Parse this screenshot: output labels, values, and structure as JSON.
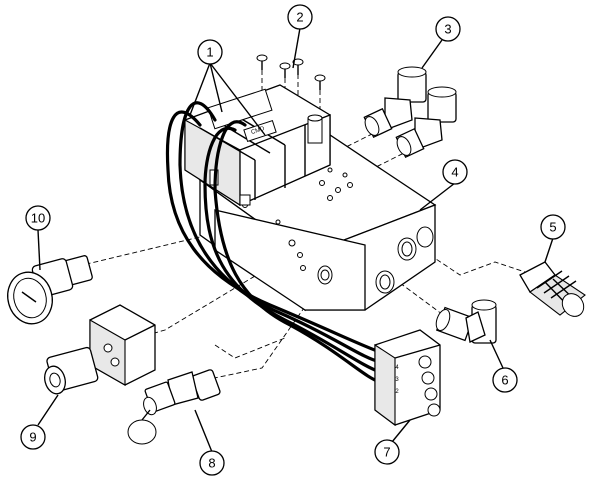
{
  "callouts": {
    "c1": "1",
    "c2": "2",
    "c3": "3",
    "c4": "4",
    "c5": "5",
    "c6": "6",
    "c7": "7",
    "c8": "8",
    "c9": "9",
    "c10": "10"
  },
  "connector_pins": {
    "p4": "4",
    "p3": "3",
    "p2": "2"
  }
}
